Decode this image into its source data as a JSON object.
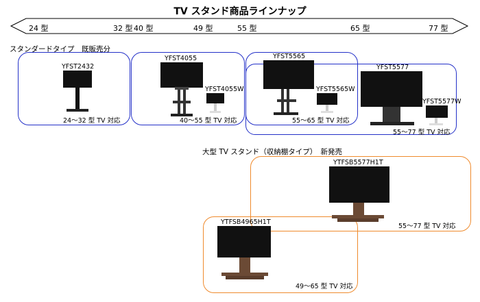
{
  "title": "TV スタンド商品ラインナップ",
  "scale": [
    "24 型",
    "32 型",
    "40 型",
    "49 型",
    "55 型",
    "65 型",
    "77 型"
  ],
  "section_standard": "スタンダードタイプ　既販売分",
  "section_large": "大型 TV スタンド（収納棚タイプ）　新発売",
  "models": {
    "yfst2432": "YFST2432",
    "yfst4055": "YFST4055",
    "yfst4055w": "YFST4055W",
    "yfst5565": "YFST5565",
    "yfst5565w": "YFST5565W",
    "yfst5577": "YFST5577",
    "yfst5577w": "YFST5577W",
    "ytfsb5577h1t": "YTFSB5577H1T",
    "ytfsb4965h1t": "YTFSB4965H1T"
  },
  "sizes": {
    "s2432": "24～32 型 TV 対応",
    "s4055": "40～55 型 TV 対応",
    "s5565": "55～65 型 TV 対応",
    "s5577": "55～77 型 TV 対応",
    "s5577_large": "55～77 型 TV 対応",
    "s4965": "49～65 型 TV 対応"
  },
  "colors": {
    "blue": "#2330c8",
    "orange": "#ef8a2c",
    "wood": "#6b4a35"
  }
}
